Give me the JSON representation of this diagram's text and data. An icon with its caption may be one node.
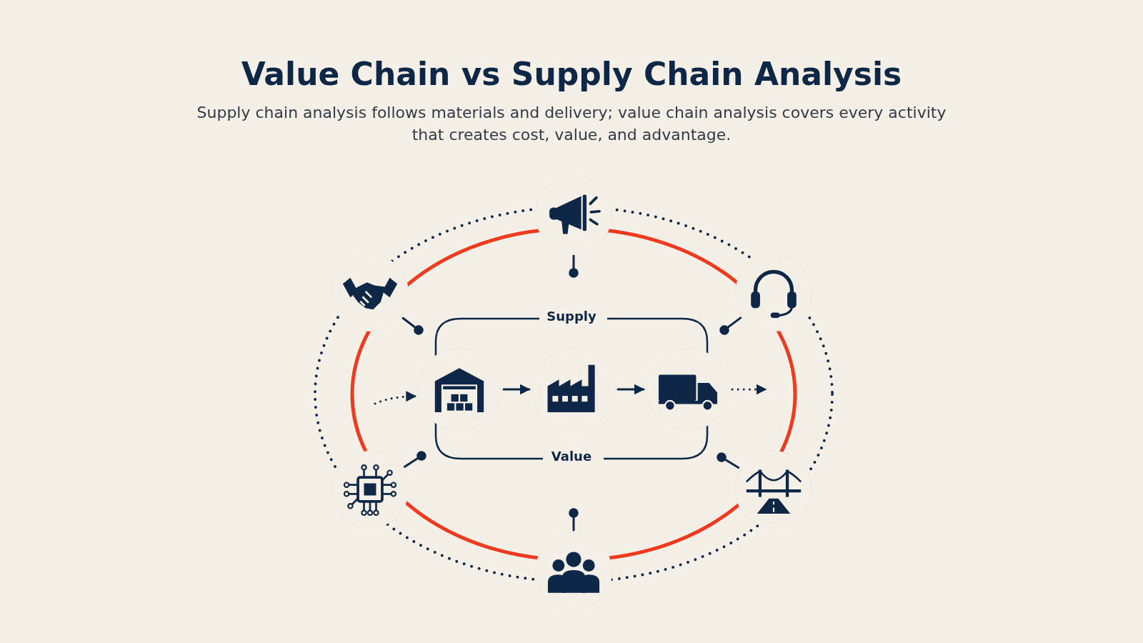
{
  "diagram": {
    "title": "Value Chain vs Supply Chain Analysis",
    "nodes": [
      {
        "text": [],
        "shape": "circle"
      },
      {
        "text": [],
        "shape": "circle"
      },
      {
        "text": [],
        "shape": "circle"
      },
      {
        "text": [],
        "shape": "circle"
      },
      {
        "text": [],
        "shape": "circle"
      },
      {
        "text": [],
        "shape": "circle"
      },
      {
        "text": [],
        "shape": "circle"
      },
      {
        "text": [],
        "shape": "circle"
      },
      {
        "text": [],
        "shape": "circle"
      }
    ],
    "edges": [
      {
        "from": null,
        "to": 3,
        "arrow": "to",
        "style": "dashed"
      },
      {
        "from": 3,
        "to": 4,
        "arrow": "to"
      },
      {
        "from": 4,
        "to": 5,
        "arrow": "to"
      },
      {
        "from": 5,
        "to": null,
        "arrow": "to",
        "style": "dashed"
      },
      {
        "from": 0,
        "to": null,
        "arrow": "other"
      },
      {
        "from": 1,
        "to": null,
        "arrow": "other"
      },
      {
        "from": 2,
        "to": null,
        "arrow": "other"
      },
      {
        "from": 6,
        "to": null,
        "arrow": "other"
      },
      {
        "from": 7,
        "to": null,
        "arrow": "other"
      },
      {
        "from": 8,
        "to": null,
        "arrow": "other"
      }
    ],
    "labels": [
      "Supply chain analysis follows materials and delivery; value chain analysis covers every activity that creates cost, value, and advantage.",
      "Supply",
      "Value"
    ]
  }
}
